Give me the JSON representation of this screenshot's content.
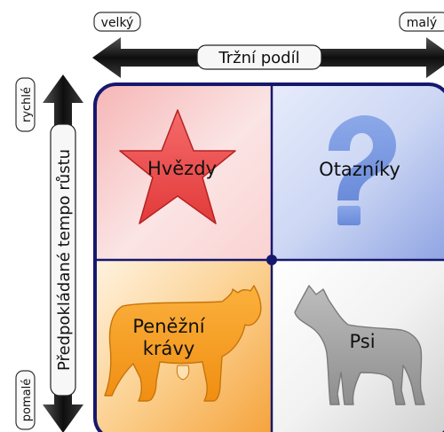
{
  "axes": {
    "horizontal": {
      "title": "Tržní podíl",
      "left_label": "velký",
      "right_label": "malý"
    },
    "vertical": {
      "title": "Předpokládané tempo růstu",
      "top_label": "rychlé",
      "bottom_label": "pomalé"
    }
  },
  "quadrants": {
    "top_left": {
      "label": "Hvězdy",
      "color": "#f08a8a",
      "icon": "star-icon"
    },
    "top_right": {
      "label": "Otazníky",
      "color": "#9fb1e8",
      "icon": "question-mark-icon"
    },
    "bottom_left": {
      "label_line1": "Peněžní",
      "label_line2": "krávy",
      "color": "#f7b553",
      "icon": "cow-icon"
    },
    "bottom_right": {
      "label": "Psi",
      "color": "#d7d7d7",
      "icon": "dog-icon"
    }
  },
  "colors": {
    "border": "#16186e",
    "arrow": "#1a1a1a"
  }
}
